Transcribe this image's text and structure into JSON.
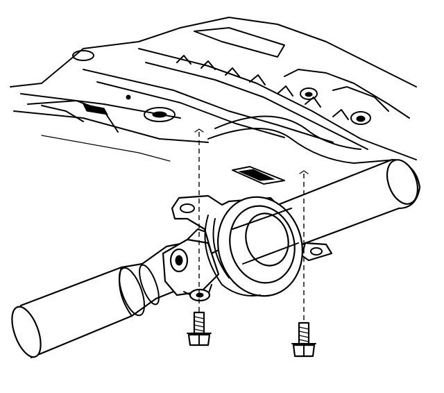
{
  "diagram": {
    "parts": [
      {
        "id": "vehicle-underbody",
        "icon": "floor-panel-icon"
      },
      {
        "id": "rear-propeller-shaft",
        "icon": "shaft-tube-icon"
      },
      {
        "id": "front-propeller-shaft",
        "icon": "shaft-tube-icon"
      },
      {
        "id": "center-support-bearing",
        "icon": "bearing-icon"
      },
      {
        "id": "bearing-bracket",
        "icon": "bracket-icon"
      },
      {
        "id": "universal-joint",
        "icon": "u-joint-icon"
      },
      {
        "id": "mounting-bolt-left",
        "icon": "bolt-icon"
      },
      {
        "id": "mounting-bolt-right",
        "icon": "bolt-icon"
      }
    ],
    "colors": {
      "line": "#000000",
      "background": "#ffffff"
    }
  }
}
